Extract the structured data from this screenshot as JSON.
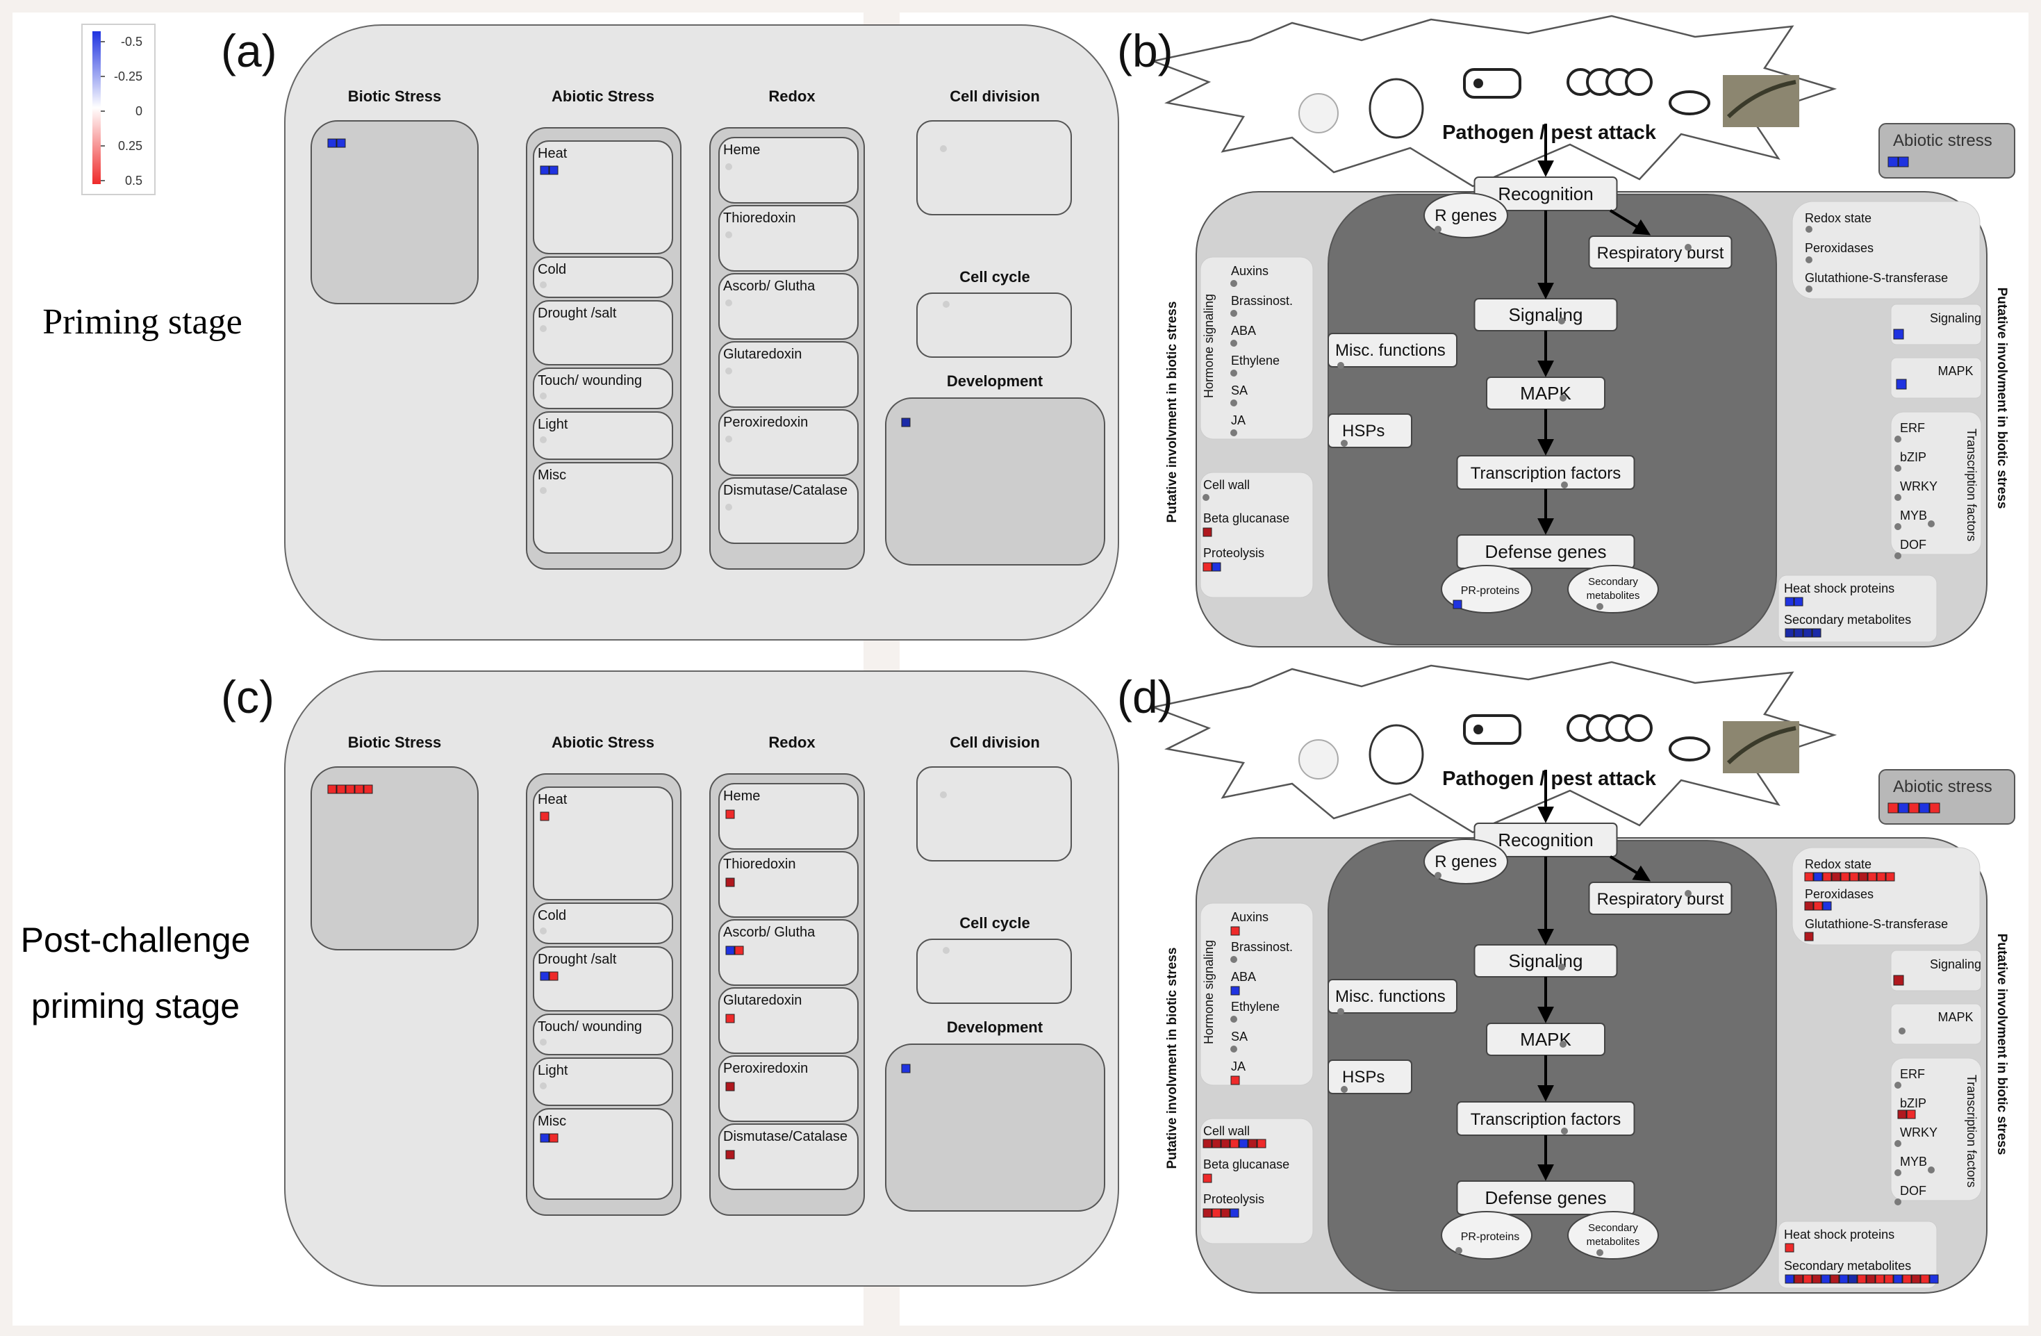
{
  "legend": {
    "ticks": [
      "-0.5",
      "-0.25",
      "0",
      "0.25",
      "0.5"
    ]
  },
  "stages": {
    "priming": "Priming stage",
    "post_line1": "Post-challenge",
    "post_line2": "priming stage"
  },
  "colors": {
    "blue": "#1f33e0",
    "darkblue": "#1a2aa8",
    "red": "#ee2a2a",
    "darkred": "#b0181e",
    "dot": "#b4b4b4",
    "darkdot": "#7a7a7a"
  },
  "mapman": {
    "sections": {
      "biotic": "Biotic Stress",
      "abiotic": "Abiotic Stress",
      "redox": "Redox",
      "celldiv": "Cell division",
      "cellcycle": "Cell cycle",
      "development": "Development"
    },
    "abiotic_items": [
      "Heat",
      "Cold",
      "Drought /salt",
      "Touch/ wounding",
      "Light",
      "Misc"
    ],
    "redox_items": [
      "Heme",
      "Thioredoxin",
      "Ascorb/ Glutha",
      "Glutaredoxin",
      "Peroxiredoxin",
      "Dismutase/Catalase"
    ]
  },
  "pathway": {
    "attack": "Pathogen / pest attack",
    "abiotic_stress": "Abiotic stress",
    "recognition": "Recognition",
    "r_genes": "R genes",
    "resp_burst": "Respiratory burst",
    "signaling": "Signaling",
    "mapk": "MAPK",
    "tf": "Transcription factors",
    "defense": "Defense genes",
    "pr": "PR-proteins",
    "sec_line1": "Secondary",
    "sec_line2": "metabolites",
    "misc": "Misc. functions",
    "hsps": "HSPs",
    "hormone_title": "Hormone signaling",
    "hormones": [
      "Auxins",
      "Brassinost.",
      "ABA",
      "Ethylene",
      "SA",
      "JA"
    ],
    "cellwall": "Cell wall",
    "beta": "Beta glucanase",
    "proteolysis": "Proteolysis",
    "side_left": "Putative involvment in biotic stress",
    "side_right": "Putative involvment in biotic stress",
    "redox_state": "Redox state",
    "peroxidases": "Peroxidases",
    "gst": "Glutathione-S-transferase",
    "signaling_r": "Signaling",
    "mapk_r": "MAPK",
    "tf_title": "Transcription factors",
    "tfs": [
      "ERF",
      "bZIP",
      "WRKY",
      "MYB",
      "DOF"
    ],
    "hsp_r": "Heat shock proteins",
    "sec_r": "Secondary metabolites"
  },
  "panels": [
    {
      "label": "(a)",
      "biotic": [
        "b",
        "b"
      ],
      "abiotic": [
        [
          "b",
          "b"
        ],
        [],
        [],
        [],
        [],
        []
      ],
      "redox": [
        [],
        [],
        [],
        [],
        [],
        []
      ],
      "development": [
        "db"
      ]
    },
    {
      "label": "(b)",
      "abiotic_stress": [
        "b",
        "b"
      ],
      "pr": [
        "b"
      ],
      "cellwall": [],
      "beta": [
        "dr"
      ],
      "proteolysis": [
        "r",
        "b"
      ],
      "hormones": [
        [],
        [],
        [],
        [],
        [],
        []
      ],
      "redox_state": [],
      "peroxidases": [],
      "gst": [],
      "signaling": [
        "b"
      ],
      "mapk": [
        "b"
      ],
      "tfs": [
        [],
        [],
        [],
        [],
        []
      ],
      "hsp": [
        "b",
        "b"
      ],
      "sec": [
        "db",
        "db",
        "db",
        "db"
      ]
    },
    {
      "label": "(c)",
      "biotic": [
        "r",
        "r",
        "r",
        "r",
        "r"
      ],
      "abiotic": [
        [
          "r"
        ],
        [],
        [
          "b",
          "r"
        ],
        [],
        [],
        [
          "b",
          "r"
        ]
      ],
      "redox": [
        [
          "r"
        ],
        [
          "dr"
        ],
        [
          "b",
          "r"
        ],
        [
          "r"
        ],
        [
          "dr"
        ],
        [
          "dr"
        ]
      ],
      "development": [
        "b"
      ]
    },
    {
      "label": "(d)",
      "abiotic_stress": [
        "r",
        "b",
        "r",
        "b",
        "r"
      ],
      "pr": [],
      "cellwall": [
        "dr",
        "dr",
        "dr",
        "r",
        "b",
        "dr",
        "r"
      ],
      "beta": [
        "r"
      ],
      "proteolysis": [
        "dr",
        "r",
        "dr",
        "b"
      ],
      "hormones": [
        [
          "r"
        ],
        [],
        [
          "b"
        ],
        [],
        [],
        [
          "r"
        ]
      ],
      "redox_state": [
        "r",
        "b",
        "r",
        "dr",
        "r",
        "r",
        "dr",
        "r",
        "r",
        "r"
      ],
      "peroxidases": [
        "dr",
        "r",
        "b"
      ],
      "gst": [
        "dr"
      ],
      "signaling": [
        "dr"
      ],
      "mapk": [],
      "tfs": [
        [],
        [
          "dr",
          "r"
        ],
        [],
        [],
        []
      ],
      "hsp": [
        "r"
      ],
      "sec": [
        "b",
        "dr",
        "r",
        "dr",
        "b",
        "dr",
        "b",
        "db",
        "r",
        "dr",
        "r",
        "r",
        "b",
        "r",
        "dr",
        "r",
        "b"
      ]
    }
  ]
}
